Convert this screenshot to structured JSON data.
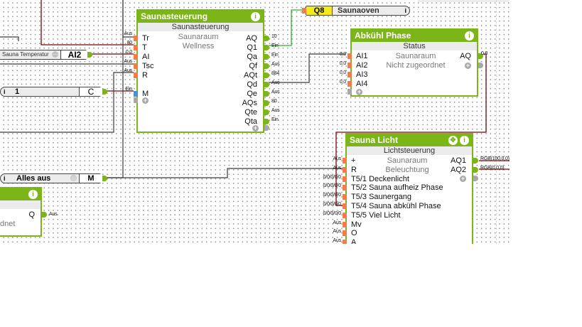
{
  "canvas": {
    "background": "#ffffff",
    "accent": "#7cb518"
  },
  "blocks": {
    "saunasteuerung": {
      "title": "Saunasteuerung",
      "subtitle": "Saunasteuerung",
      "room": "Saunaraum",
      "category": "Wellness",
      "inputs": [
        {
          "name": "Tr",
          "value": "Aus"
        },
        {
          "name": "T",
          "value": "80"
        },
        {
          "name": "AI",
          "value": "0,0"
        },
        {
          "name": "Tsc",
          "value": "Aus"
        },
        {
          "name": "R",
          "value": "Aus"
        },
        {
          "name": "M",
          "value": "Ein"
        }
      ],
      "outputs": [
        {
          "name": "AQ",
          "value": "10"
        },
        {
          "name": "Q1",
          "value": "Ein"
        },
        {
          "name": "Qa",
          "value": "Ein"
        },
        {
          "name": "Qf",
          "value": "Aus"
        },
        {
          "name": "AQt",
          "value": "884"
        },
        {
          "name": "Qd",
          "value": "Aus"
        },
        {
          "name": "Qe",
          "value": "Aus"
        },
        {
          "name": "AQs",
          "value": "80"
        },
        {
          "name": "Qte",
          "value": "Aus"
        },
        {
          "name": "Qta",
          "value": "Ein"
        }
      ]
    },
    "abkuehl": {
      "title": "Abkühl Phase",
      "subtitle": "Status",
      "room": "Saunaraum",
      "category": "Nicht zugeordnet",
      "inputs": [
        {
          "name": "AI1",
          "value": "0,0"
        },
        {
          "name": "AI2",
          "value": "0,0"
        },
        {
          "name": "AI3",
          "value": "0,0"
        },
        {
          "name": "AI4",
          "value": "0,0"
        }
      ],
      "outputs": [
        {
          "name": "AQ",
          "value": "0,0"
        }
      ]
    },
    "licht": {
      "title": "Sauna Licht",
      "subtitle": "Lichtsteuerung",
      "room": "Saunaraum",
      "category": "Beleuchtung",
      "inputs": [
        {
          "name": "+",
          "value": "Aus"
        },
        {
          "name": "R",
          "value": "Aus"
        },
        {
          "name": "T5/1 Deckenlicht",
          "value": "0/0/0/0/0"
        },
        {
          "name": "T5/2 Sauna aufheiz Phase",
          "value": "0/0/0/0/0"
        },
        {
          "name": "T5/3 Saunergang",
          "value": "0/0/0/0/0"
        },
        {
          "name": "T5/4 Sauna abkühl Phase",
          "value": "0/0/0/0/0"
        },
        {
          "name": "T5/5 Viel Licht",
          "value": "0/0/0/0/0"
        },
        {
          "name": "Mv",
          "value": "Aus"
        },
        {
          "name": "O",
          "value": "Aus"
        },
        {
          "name": "A",
          "value": "Aus"
        }
      ],
      "outputs": [
        {
          "name": "AQ1",
          "value": "RGB(100,0,0)"
        },
        {
          "name": "AQ2",
          "value": "RGB(0,0,0)"
        }
      ]
    },
    "left_partial": {
      "category_tail": "dnet",
      "outputs": [
        {
          "name": "Q",
          "value": "Aus"
        }
      ]
    }
  },
  "references": {
    "q8": {
      "id": "Q8",
      "name": "Saunaoven"
    },
    "ai2": {
      "name": "Sauna Temperatur",
      "id": "AI2"
    },
    "c": {
      "name": "1",
      "id": "C"
    },
    "m": {
      "name": "Alles aus",
      "id": "M"
    }
  },
  "icons": {
    "info": "i",
    "plus": "+",
    "move": "✥",
    "more": "⋯",
    "target": "◎"
  }
}
